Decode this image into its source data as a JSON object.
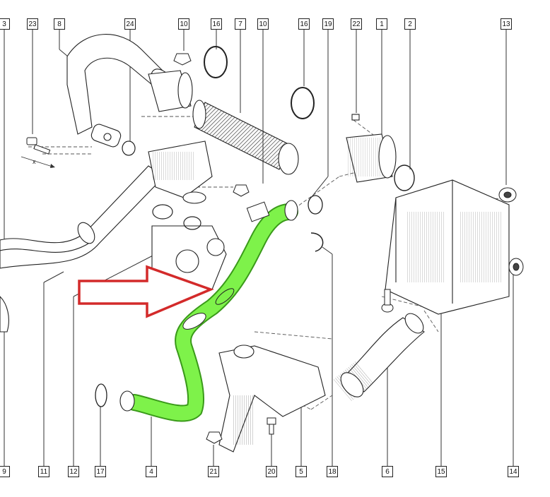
{
  "diagram": {
    "top_callouts": [
      {
        "id": "c-3",
        "label": "3"
      },
      {
        "id": "c-23",
        "label": "23"
      },
      {
        "id": "c-8",
        "label": "8"
      },
      {
        "id": "c-24",
        "label": "24"
      },
      {
        "id": "c-10a",
        "label": "10"
      },
      {
        "id": "c-16a",
        "label": "16"
      },
      {
        "id": "c-7",
        "label": "7"
      },
      {
        "id": "c-10b",
        "label": "10"
      },
      {
        "id": "c-16b",
        "label": "16"
      },
      {
        "id": "c-19",
        "label": "19"
      },
      {
        "id": "c-22",
        "label": "22"
      },
      {
        "id": "c-1",
        "label": "1"
      },
      {
        "id": "c-2",
        "label": "2"
      },
      {
        "id": "c-13",
        "label": "13"
      }
    ],
    "bottom_callouts": [
      {
        "id": "c-9",
        "label": "9"
      },
      {
        "id": "c-11",
        "label": "11"
      },
      {
        "id": "c-12",
        "label": "12"
      },
      {
        "id": "c-17",
        "label": "17"
      },
      {
        "id": "c-4",
        "label": "4"
      },
      {
        "id": "c-21",
        "label": "21"
      },
      {
        "id": "c-20",
        "label": "20"
      },
      {
        "id": "c-5",
        "label": "5"
      },
      {
        "id": "c-18",
        "label": "18"
      },
      {
        "id": "c-6",
        "label": "6"
      },
      {
        "id": "c-15",
        "label": "15"
      },
      {
        "id": "c-14",
        "label": "14"
      }
    ],
    "dimension_mark": "x",
    "colors": {
      "highlight_hose": "#7ef24a",
      "highlight_outline": "#3a9a1a",
      "arrow": "#d32a2a",
      "line": "#222222",
      "leader": "#333333"
    }
  }
}
